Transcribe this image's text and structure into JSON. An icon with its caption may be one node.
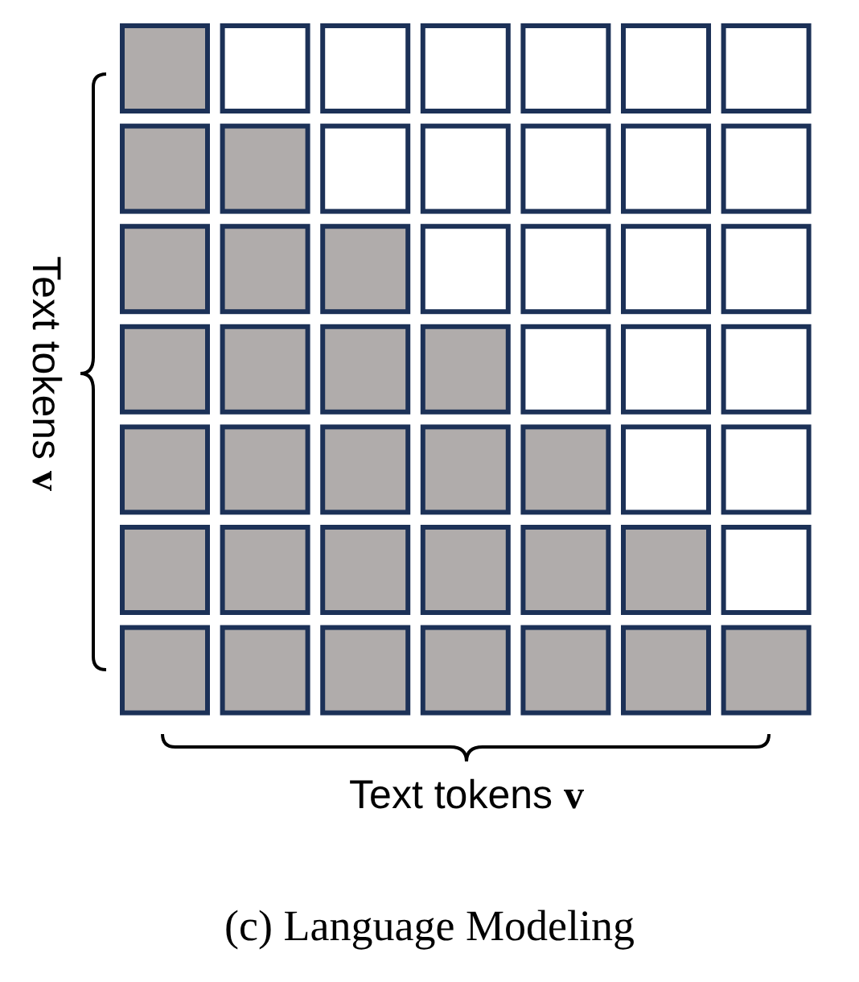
{
  "diagram": {
    "caption": "(c) Language Modeling",
    "labels": [
      "Text tokens **v**",
      "Text tokens **v**"
    ]
  }
}
